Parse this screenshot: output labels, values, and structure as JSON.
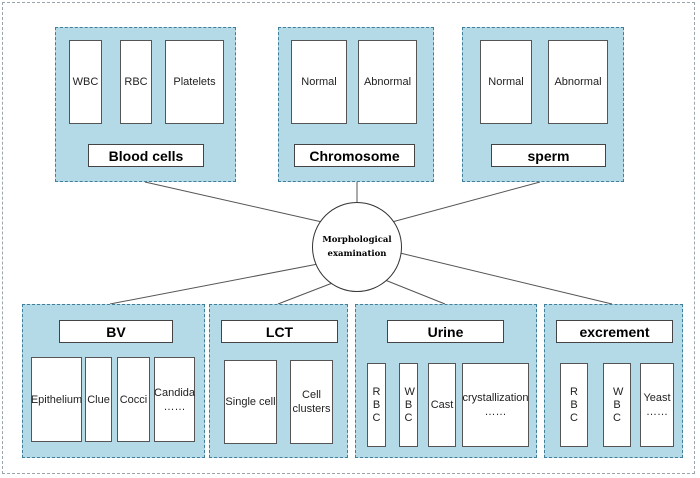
{
  "hub": "Morphological\nexamination",
  "top_groups": [
    {
      "title": "Blood cells",
      "items": [
        "WBC",
        "RBC",
        "Platelets"
      ]
    },
    {
      "title": "Chromosome",
      "items": [
        "Normal",
        "Abnormal"
      ]
    },
    {
      "title": "sperm",
      "items": [
        "Normal",
        "Abnormal"
      ]
    }
  ],
  "bottom_groups": [
    {
      "title": "BV",
      "items": [
        "Epithelium",
        "Clue",
        "Cocci",
        "Candida\n……"
      ]
    },
    {
      "title": "LCT",
      "items": [
        "Single cell",
        "Cell\nclusters"
      ]
    },
    {
      "title": "Urine",
      "items": [
        "RBC",
        "WBC",
        "Cast",
        "crystallization\n……"
      ]
    },
    {
      "title": "excrement",
      "items": [
        "RBC",
        "WBC",
        "Yeast\n……"
      ]
    }
  ]
}
